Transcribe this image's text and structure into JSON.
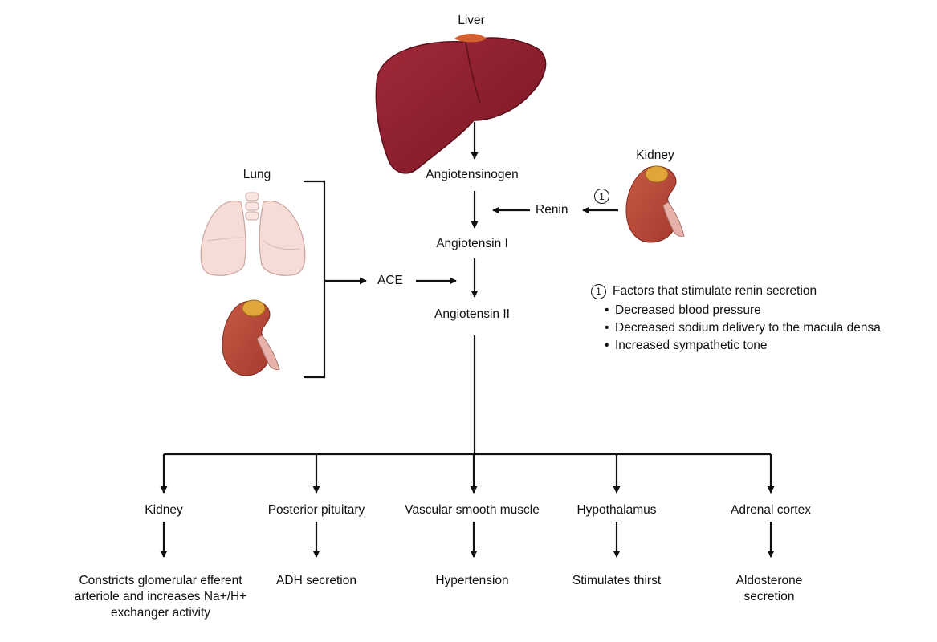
{
  "organs": {
    "liver": "Liver",
    "kidney": "Kidney",
    "lung": "Lung"
  },
  "cascade": {
    "angiotensinogen": "Angiotensinogen",
    "renin": "Renin",
    "angiotensin_i": "Angiotensin I",
    "ace": "ACE",
    "angiotensin_ii": "Angiotensin II"
  },
  "note": {
    "marker": "1",
    "heading": "Factors that stimulate renin secretion",
    "items": [
      "Decreased blood pressure",
      "Decreased sodium delivery to the macula densa",
      "Increased sympathetic tone"
    ]
  },
  "targets": [
    {
      "site": "Kidney",
      "effect": "Constricts glomerular efferent arteriole and increases Na+/H+ exchanger activity"
    },
    {
      "site": "Posterior pituitary",
      "effect": "ADH secretion"
    },
    {
      "site": "Vascular smooth muscle",
      "effect": "Hypertension"
    },
    {
      "site": "Hypothalamus",
      "effect": "Stimulates thirst"
    },
    {
      "site": "Adrenal cortex",
      "effect": "Aldosterone secretion"
    }
  ],
  "colors": {
    "liver": "#8e1c2c",
    "kidney": "#b7493a",
    "adrenal": "#e0a43a",
    "lung": "#f6dcd6"
  }
}
